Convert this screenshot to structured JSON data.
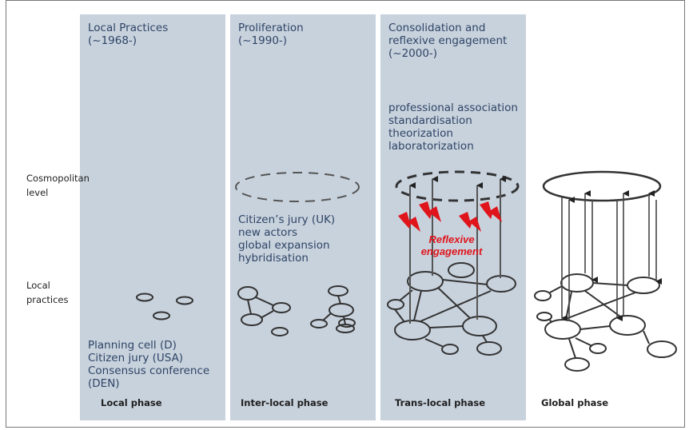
{
  "columns": [
    {
      "title_lines": [
        "Local Practices",
        "(~1968-)"
      ],
      "items": [
        "Planning cell (D)",
        "Citizen jury (USA)",
        "Consensus conference",
        "(DEN)"
      ],
      "phase": "Local phase"
    },
    {
      "title_lines": [
        "Proliferation",
        "(~1990-)"
      ],
      "items": [
        "Citizen’s jury (UK)",
        "new actors",
        "global expansion",
        "hybridisation"
      ],
      "phase": "Inter-local phase"
    },
    {
      "title_lines": [
        "Consolidation and",
        "reflexive engagement",
        "(~2000-)"
      ],
      "items": [
        "professional association",
        "standardisation",
        "theorization",
        "laboratorization"
      ],
      "phase": "Trans-local phase"
    },
    {
      "phase": "Global  phase"
    }
  ],
  "levels": {
    "cosmopolitan": [
      "Cosmopolitan",
      "level"
    ],
    "local": [
      "Local",
      "practices"
    ]
  },
  "reflexive_label": [
    "Reflexive",
    "engagement"
  ],
  "colors": {
    "column_fill": "#c8d2dd",
    "text": "#2e4466",
    "accent": "#e0141b",
    "line": "#333333"
  }
}
